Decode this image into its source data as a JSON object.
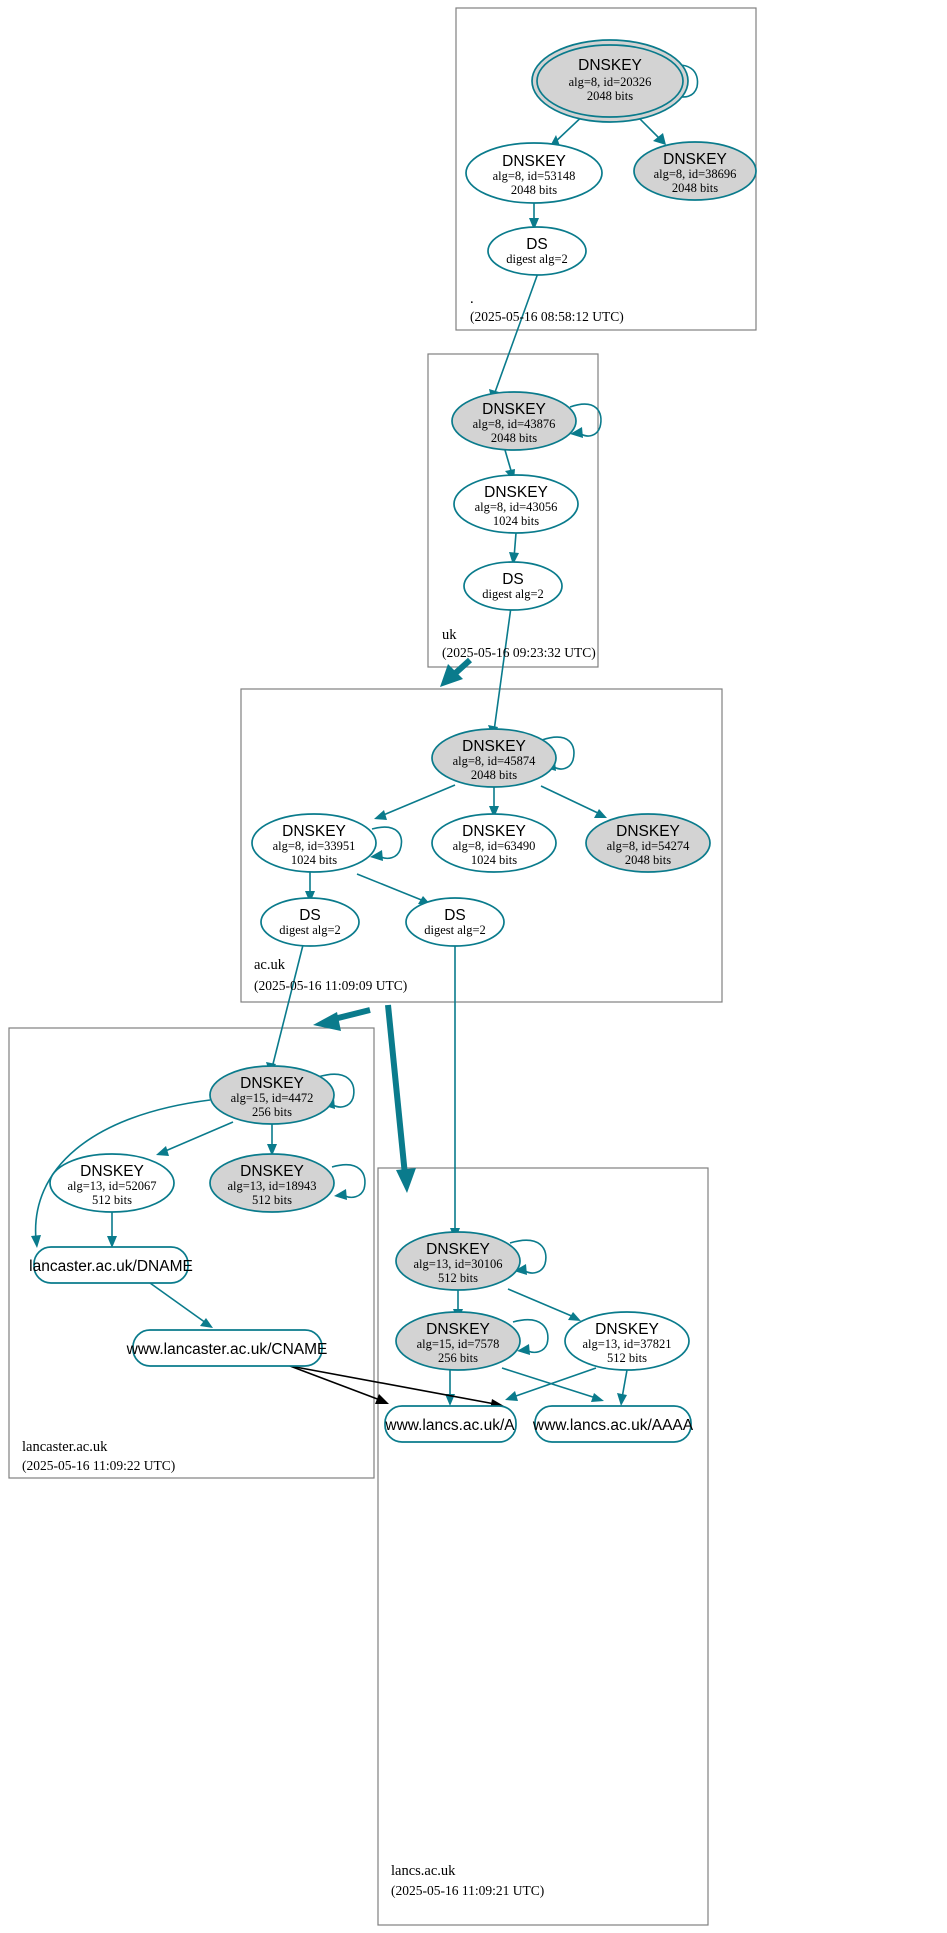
{
  "diagram": {
    "type": "dnssec-authentication-chain",
    "colors": {
      "edge": "#0a7b8c",
      "node_stroke": "#0a7b8c",
      "secure_key_fill": "#d3d3d3",
      "plain_fill": "#ffffff",
      "zone_border": "#808080",
      "insecure_edge": "#000000"
    }
  },
  "zones": [
    {
      "id": "root",
      "name": ".",
      "timestamp": "(2025-05-16 08:58:12 UTC)",
      "nodes": [
        {
          "id": "root-ksk",
          "kind": "dnskey",
          "title": "DNSKEY",
          "line1": "alg=8, id=20326",
          "line2": "2048 bits",
          "shaded": true,
          "double_border": true,
          "self_loop": true
        },
        {
          "id": "root-zsk-53148",
          "kind": "dnskey",
          "title": "DNSKEY",
          "line1": "alg=8, id=53148",
          "line2": "2048 bits",
          "shaded": false,
          "double_border": false,
          "self_loop": false
        },
        {
          "id": "root-key-38696",
          "kind": "dnskey",
          "title": "DNSKEY",
          "line1": "alg=8, id=38696",
          "line2": "2048 bits",
          "shaded": true,
          "double_border": false,
          "self_loop": false
        },
        {
          "id": "root-ds",
          "kind": "ds",
          "title": "DS",
          "line1": "digest alg=2",
          "line2": "",
          "shaded": false,
          "double_border": false,
          "self_loop": false
        }
      ]
    },
    {
      "id": "uk",
      "name": "uk",
      "timestamp": "(2025-05-16 09:23:32 UTC)",
      "nodes": [
        {
          "id": "uk-ksk",
          "kind": "dnskey",
          "title": "DNSKEY",
          "line1": "alg=8, id=43876",
          "line2": "2048 bits",
          "shaded": true,
          "double_border": false,
          "self_loop": true
        },
        {
          "id": "uk-zsk",
          "kind": "dnskey",
          "title": "DNSKEY",
          "line1": "alg=8, id=43056",
          "line2": "1024 bits",
          "shaded": false,
          "double_border": false,
          "self_loop": false
        },
        {
          "id": "uk-ds",
          "kind": "ds",
          "title": "DS",
          "line1": "digest alg=2",
          "line2": "",
          "shaded": false,
          "double_border": false,
          "self_loop": false
        }
      ]
    },
    {
      "id": "acuk",
      "name": "ac.uk",
      "timestamp": "(2025-05-16 11:09:09 UTC)",
      "nodes": [
        {
          "id": "acuk-ksk",
          "kind": "dnskey",
          "title": "DNSKEY",
          "line1": "alg=8, id=45874",
          "line2": "2048 bits",
          "shaded": true,
          "double_border": false,
          "self_loop": true
        },
        {
          "id": "acuk-zsk-33951",
          "kind": "dnskey",
          "title": "DNSKEY",
          "line1": "alg=8, id=33951",
          "line2": "1024 bits",
          "shaded": false,
          "double_border": false,
          "self_loop": true
        },
        {
          "id": "acuk-zsk-63490",
          "kind": "dnskey",
          "title": "DNSKEY",
          "line1": "alg=8, id=63490",
          "line2": "1024 bits",
          "shaded": false,
          "double_border": false,
          "self_loop": false
        },
        {
          "id": "acuk-key-54274",
          "kind": "dnskey",
          "title": "DNSKEY",
          "line1": "alg=8, id=54274",
          "line2": "2048 bits",
          "shaded": true,
          "double_border": false,
          "self_loop": false
        },
        {
          "id": "acuk-ds-left",
          "kind": "ds",
          "title": "DS",
          "line1": "digest alg=2",
          "line2": "",
          "shaded": false,
          "double_border": false,
          "self_loop": false
        },
        {
          "id": "acuk-ds-right",
          "kind": "ds",
          "title": "DS",
          "line1": "digest alg=2",
          "line2": "",
          "shaded": false,
          "double_border": false,
          "self_loop": false
        }
      ]
    },
    {
      "id": "lancaster",
      "name": "lancaster.ac.uk",
      "timestamp": "(2025-05-16 11:09:22 UTC)",
      "nodes": [
        {
          "id": "lanc-ksk",
          "kind": "dnskey",
          "title": "DNSKEY",
          "line1": "alg=15, id=4472",
          "line2": "256 bits",
          "shaded": true,
          "double_border": false,
          "self_loop": true
        },
        {
          "id": "lanc-key-52067",
          "kind": "dnskey",
          "title": "DNSKEY",
          "line1": "alg=13, id=52067",
          "line2": "512 bits",
          "shaded": false,
          "double_border": false,
          "self_loop": false
        },
        {
          "id": "lanc-key-18943",
          "kind": "dnskey",
          "title": "DNSKEY",
          "line1": "alg=13, id=18943",
          "line2": "512 bits",
          "shaded": true,
          "double_border": false,
          "self_loop": true
        },
        {
          "id": "lanc-dname",
          "kind": "rr",
          "label": "lancaster.ac.uk/DNAME"
        },
        {
          "id": "lanc-cname",
          "kind": "rr",
          "label": "www.lancaster.ac.uk/CNAME"
        }
      ]
    },
    {
      "id": "lancs",
      "name": "lancs.ac.uk",
      "timestamp": "(2025-05-16 11:09:21 UTC)",
      "nodes": [
        {
          "id": "lancs-ksk",
          "kind": "dnskey",
          "title": "DNSKEY",
          "line1": "alg=13, id=30106",
          "line2": "512 bits",
          "shaded": true,
          "double_border": false,
          "self_loop": true
        },
        {
          "id": "lancs-key-7578",
          "kind": "dnskey",
          "title": "DNSKEY",
          "line1": "alg=15, id=7578",
          "line2": "256 bits",
          "shaded": true,
          "double_border": false,
          "self_loop": true
        },
        {
          "id": "lancs-key-37821",
          "kind": "dnskey",
          "title": "DNSKEY",
          "line1": "alg=13, id=37821",
          "line2": "512 bits",
          "shaded": false,
          "double_border": false,
          "self_loop": false
        },
        {
          "id": "lancs-a",
          "kind": "rr",
          "label": "www.lancs.ac.uk/A"
        },
        {
          "id": "lancs-aaaa",
          "kind": "rr",
          "label": "www.lancs.ac.uk/AAAA"
        }
      ]
    }
  ]
}
